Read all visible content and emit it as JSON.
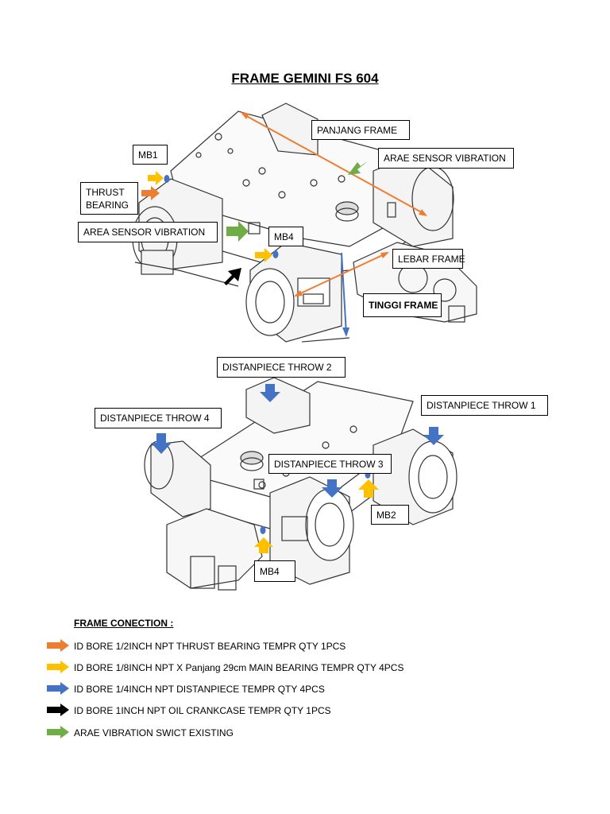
{
  "title": "FRAME GEMINI FS 604",
  "colors": {
    "orange": "#ED7D31",
    "yellow": "#FFC000",
    "blue": "#4472C4",
    "black": "#000000",
    "green": "#70AD47",
    "dim_orange": "#ED7D31",
    "dim_blue": "#4472C4"
  },
  "top_view": {
    "labels": {
      "panjang_frame": "PANJANG FRAME",
      "arae_sensor_vibration": "ARAE SENSOR VIBRATION",
      "mb1": "MB1",
      "thrust_bearing": "THRUST BEARING",
      "area_sensor_vibration": "AREA SENSOR VIBRATION",
      "mb4": "MB4",
      "lebar_frame": "LEBAR FRAME",
      "tinggi_frame": "TINGGI FRAME"
    }
  },
  "bottom_view": {
    "labels": {
      "distanpiece_throw_2": "DISTANPIECE THROW 2",
      "distanpiece_throw_1": "DISTANPIECE THROW 1",
      "distanpiece_throw_4": "DISTANPIECE THROW 4",
      "distanpiece_throw_3": "DISTANPIECE THROW 3",
      "mb2": "MB2",
      "mb4": "MB4"
    }
  },
  "legend": {
    "title": "FRAME CONECTION :",
    "items": [
      {
        "color": "orange",
        "text": "ID BORE 1/2INCH NPT  THRUST BEARING TEMPR QTY 1PCS"
      },
      {
        "color": "yellow",
        "text": "ID BORE 1/8INCH NPT X Panjang 29cm MAIN BEARING TEMPR QTY 4PCS"
      },
      {
        "color": "blue",
        "text": "ID BORE 1/4INCH NPT DISTANPIECE TEMPR QTY 4PCS"
      },
      {
        "color": "black",
        "text": "ID BORE 1INCH NPT OIL CRANKCASE TEMPR QTY 1PCS"
      },
      {
        "color": "green",
        "text": "ARAE VIBRATION SWICT EXISTING"
      }
    ]
  }
}
